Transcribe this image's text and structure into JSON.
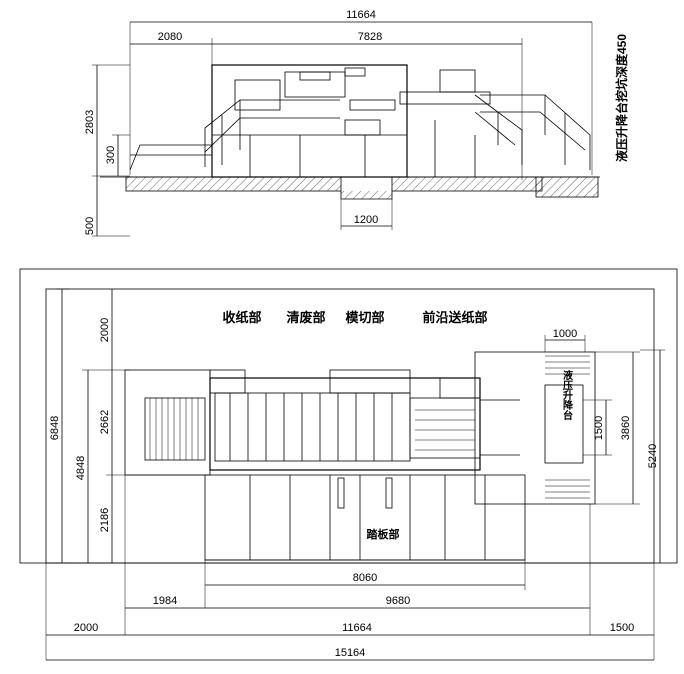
{
  "side_view": {
    "dims_top": {
      "overall": "11664",
      "left_section": "2080",
      "machine_length": "7828"
    },
    "dims_left": {
      "total_height": "2803",
      "platform_height": "300",
      "pit_depth": "500"
    },
    "pit_width": "1200",
    "right_note": "液压升降台挖坑深度450"
  },
  "plan_view": {
    "section_labels": {
      "delivery": "收纸部",
      "stripping": "清废部",
      "die_cutting": "模切部",
      "feeder": "前沿送纸部"
    },
    "platform_label": "踏板部",
    "lift_label": "液压升降台",
    "dims_left": {
      "overall_width": "6848",
      "inner_width": "4848",
      "top_clearance": "2000",
      "machine_upper": "2662",
      "machine_lower": "2186"
    },
    "dims_right": {
      "lift_depth": "1500",
      "lift_width": "3860",
      "feeder_width": "5240"
    },
    "dim_lift_top": "1000",
    "dims_bottom": {
      "platform_length": "8060",
      "left_offset": "1984",
      "machine_length": "9680",
      "left_clearance": "2000",
      "overall_length": "11664",
      "right_clearance": "1500",
      "total_length": "15164"
    }
  }
}
